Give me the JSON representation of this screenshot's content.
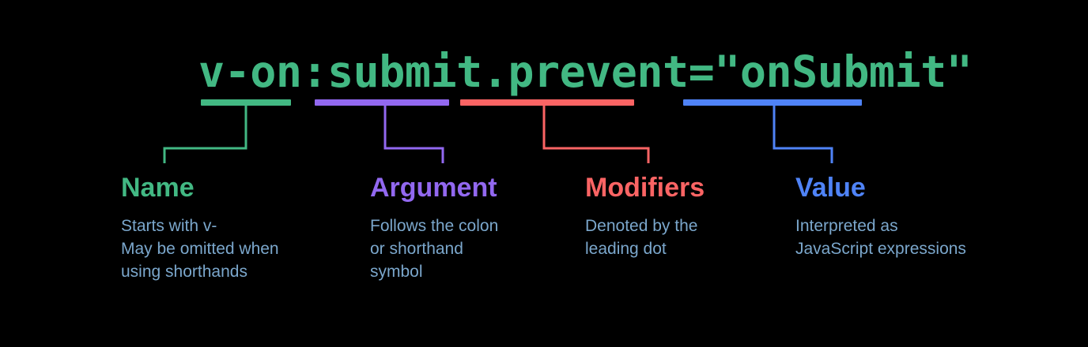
{
  "theme": {
    "background": "#000000",
    "code_color": "#42b883",
    "description_color": "#7ba7cc"
  },
  "code": {
    "text": "v-on:submit.prevent=\"onSubmit\"",
    "segments": [
      {
        "token": "v-on",
        "part": "name",
        "color": "#42b883"
      },
      {
        "token": ":submit",
        "part": "argument",
        "color": "#9268f0"
      },
      {
        "token": ".prevent",
        "part": "modifiers",
        "color": "#fb6464"
      },
      {
        "token": "\"onSubmit\"",
        "part": "value",
        "color": "#4f83f7"
      }
    ]
  },
  "parts": [
    {
      "id": "name",
      "title": "Name",
      "color": "#42b883",
      "description": "Starts with v-\nMay be omitted when\nusing shorthands",
      "description_lines": [
        "Starts with v-",
        "May be omitted when",
        "using shorthands"
      ]
    },
    {
      "id": "argument",
      "title": "Argument",
      "color": "#9268f0",
      "description": "Follows the colon\nor shorthand\nsymbol",
      "description_lines": [
        "Follows the colon",
        "or shorthand",
        "symbol"
      ]
    },
    {
      "id": "modifiers",
      "title": "Modifiers",
      "color": "#fb6464",
      "description": "Denoted by the\nleading dot",
      "description_lines": [
        "Denoted by the",
        "leading dot"
      ]
    },
    {
      "id": "value",
      "title": "Value",
      "color": "#4f83f7",
      "description": "Interpreted as\nJavaScript expressions",
      "description_lines": [
        "Interpreted as",
        "JavaScript expressions"
      ]
    }
  ]
}
